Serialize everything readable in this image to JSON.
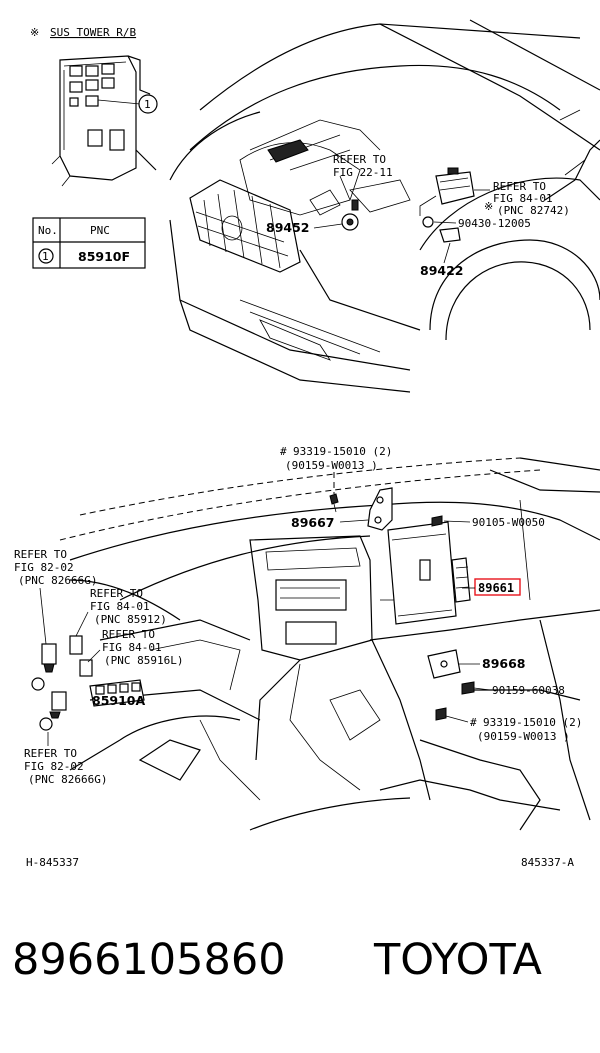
{
  "top": {
    "inset_title": "SUS TOWER R/B",
    "inset_star": "※",
    "table": {
      "headers": [
        "No.",
        "PNC"
      ],
      "rows": [
        {
          "no": "1",
          "pnc": "85910F"
        }
      ]
    },
    "callout_number": "1",
    "refs": [
      {
        "line1": "REFER TO",
        "line2": "FIG 22-11"
      },
      {
        "line1": "REFER TO",
        "line2": "FIG 84-01",
        "line3": "(PNC 82742)",
        "star": "※"
      }
    ],
    "parts": [
      "89452",
      "90430-12005",
      "89422"
    ]
  },
  "bottom": {
    "bolt_top": {
      "line1": "93319-15010 (2)",
      "line2": "(90159-W0013 )",
      "hash": "#"
    },
    "parts": [
      "89667",
      "90105-W0050",
      "89661",
      "89668",
      "90159-60038",
      "85910A"
    ],
    "bolt_bottom": {
      "line1": "93319-15010 (2)",
      "line2": "(90159-W0013 )",
      "hash": "#"
    },
    "refs": [
      {
        "line1": "REFER TO",
        "line2": "FIG 82-02",
        "line3": "(PNC 82666G)"
      },
      {
        "line1": "REFER TO",
        "line2": "FIG 84-01",
        "line3": "(PNC 85912)"
      },
      {
        "line1": "REFER TO",
        "line2": "FIG 84-01",
        "line3": "(PNC 85916L)"
      },
      {
        "line1": "REFER TO",
        "line2": "FIG 82-02",
        "line3": "(PNC 82666G)"
      }
    ],
    "highlight_color": "#e8141c",
    "code_left": "H-845337",
    "code_right": "845337-A"
  },
  "footer": {
    "part_number": "8966105860",
    "brand": "TOYOTA"
  }
}
